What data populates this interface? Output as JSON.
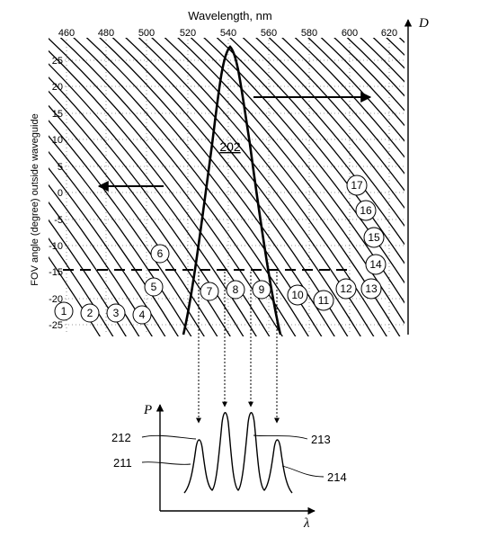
{
  "top_axis": {
    "title": "Wavelength, nm",
    "ticks": [
      "460",
      "480",
      "500",
      "520",
      "540",
      "560",
      "580",
      "600",
      "620"
    ],
    "corner_label": "D"
  },
  "left_axis": {
    "title": "FOV angle (degree) outside waveguide",
    "ticks": [
      "25",
      "20",
      "15",
      "10",
      "5",
      "0",
      "-5",
      "-10",
      "-15",
      "-20",
      "-25"
    ]
  },
  "peak_label": "202",
  "circled_labels": [
    "1",
    "2",
    "3",
    "4",
    "5",
    "6",
    "7",
    "8",
    "9",
    "10",
    "11",
    "12",
    "13",
    "14",
    "15",
    "16",
    "17"
  ],
  "spectrum": {
    "y_label": "P",
    "x_label": "λ",
    "callouts": [
      "212",
      "211",
      "213",
      "214"
    ]
  }
}
